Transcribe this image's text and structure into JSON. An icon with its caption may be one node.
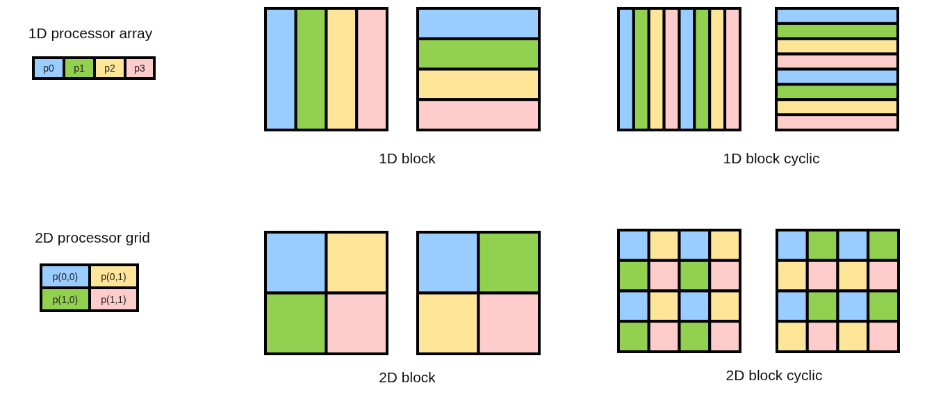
{
  "diagram": {
    "nodes": [
      {
        "text": [
          "p0"
        ]
      },
      {
        "text": [
          "p1"
        ]
      },
      {
        "text": [
          "p2"
        ]
      },
      {
        "text": [
          "p3"
        ]
      },
      {
        "text": [
          "p(0,0)"
        ]
      },
      {
        "text": [
          "p(0,1)"
        ]
      },
      {
        "text": [
          "p(1,0)"
        ]
      },
      {
        "text": [
          "p(1,1)"
        ]
      }
    ],
    "labels": [
      "1D processor array",
      "1D block",
      "1D block cyclic",
      "2D processor grid",
      "2D block",
      "2D block cyclic"
    ]
  }
}
